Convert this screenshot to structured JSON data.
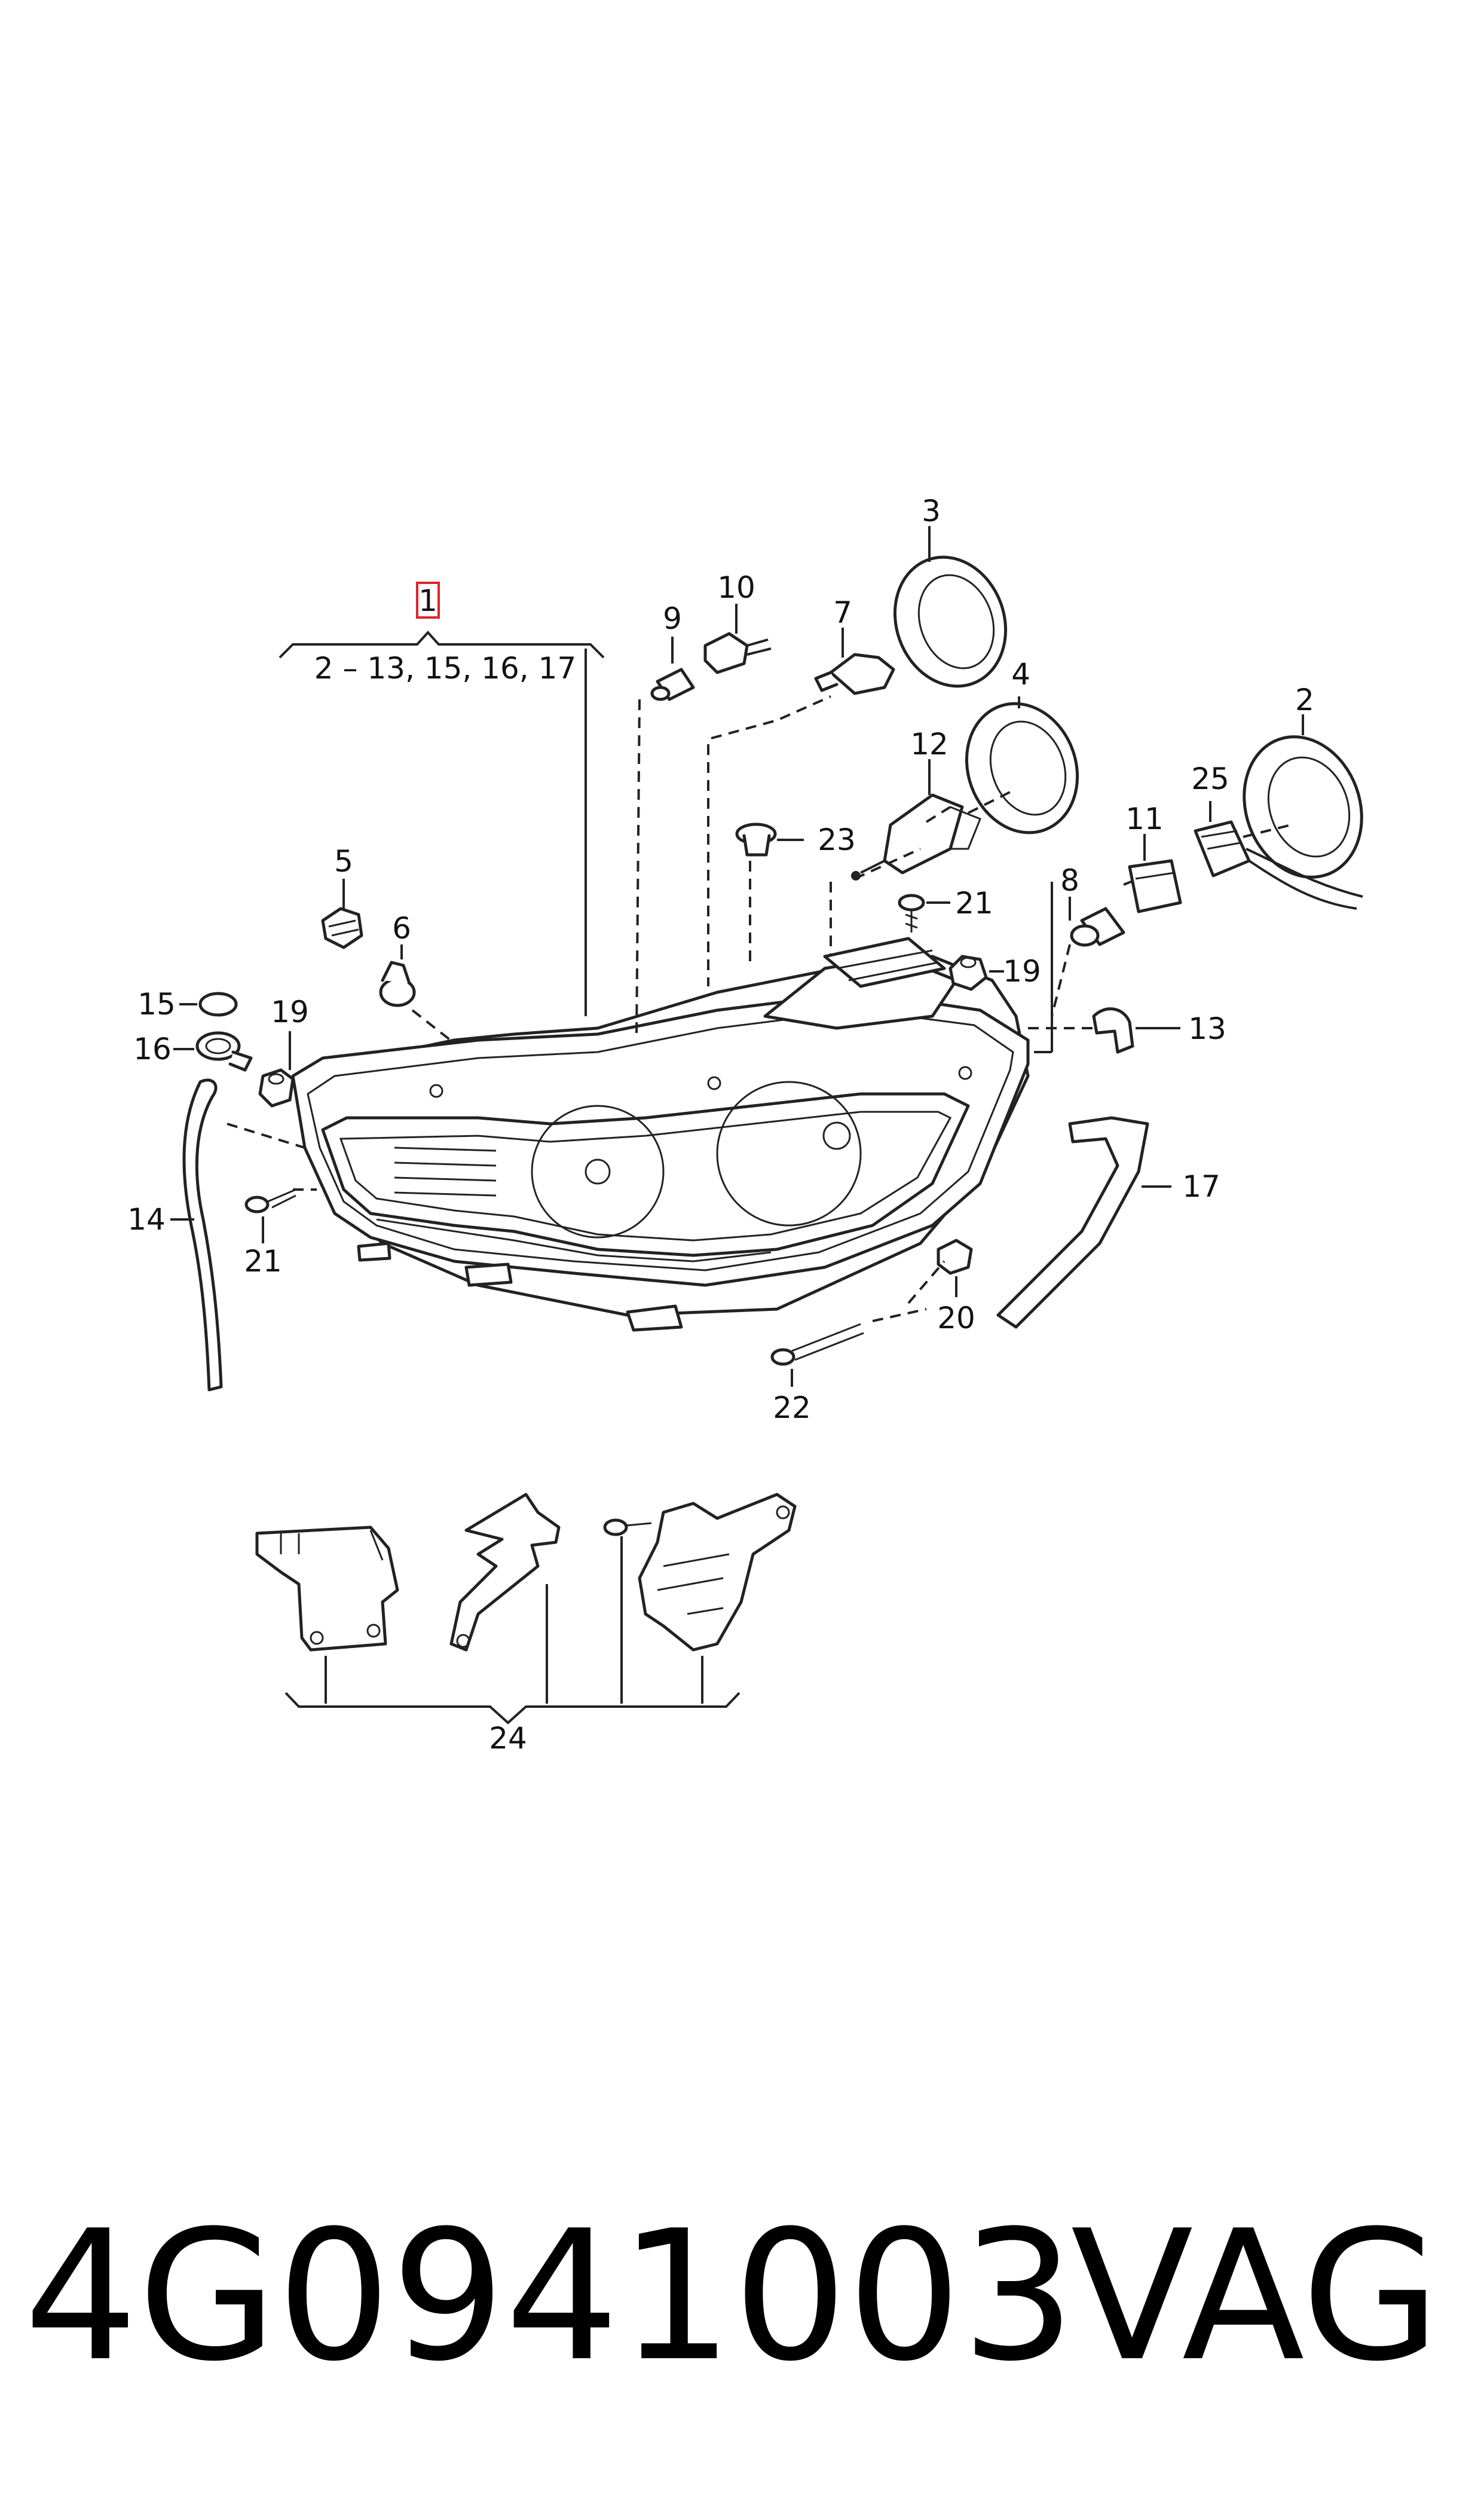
{
  "diagram": {
    "main_part_number": "1",
    "main_part_includes": "2 – 13, 15, 16, 17",
    "labels": {
      "p2": "2",
      "p3": "3",
      "p4": "4",
      "p5": "5",
      "p6": "6",
      "p7": "7",
      "p8": "8",
      "p9": "9",
      "p10": "10",
      "p11": "11",
      "p12": "12",
      "p13": "13",
      "p14": "14",
      "p15": "15",
      "p16": "16",
      "p17": "17",
      "p19a": "19",
      "p19b": "19",
      "p20": "20",
      "p21a": "21",
      "p21b": "21",
      "p22": "22",
      "p23": "23",
      "p24": "24",
      "p25": "25"
    },
    "highlight_color": "#e0242c"
  },
  "footer": {
    "part_number": "4G0941003",
    "brand": "VAG"
  }
}
